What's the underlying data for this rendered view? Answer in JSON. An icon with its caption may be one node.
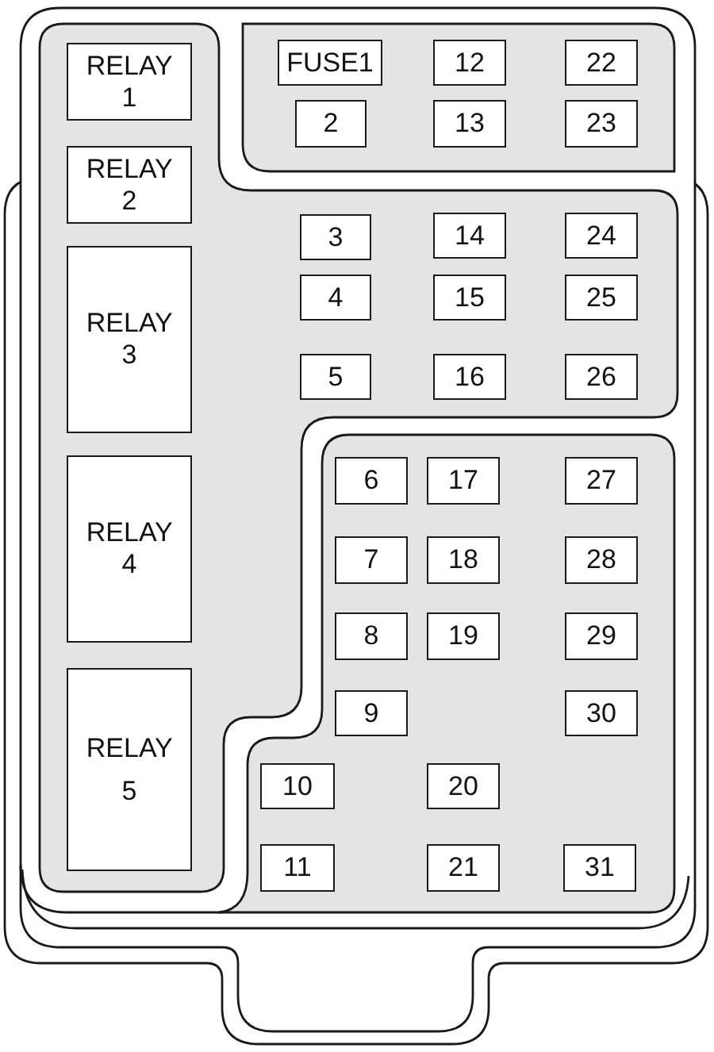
{
  "diagram": {
    "nodes": [
      {
        "text": [
          "RELAY 1"
        ]
      },
      {
        "text": [
          "RELAY 2"
        ]
      },
      {
        "text": [
          "RELAY 3"
        ]
      },
      {
        "text": [
          "RELAY 4"
        ]
      },
      {
        "text": [
          "RELAY 5"
        ]
      },
      {
        "text": [
          "FUSE1"
        ]
      },
      {
        "text": [
          "12"
        ]
      },
      {
        "text": [
          "22"
        ]
      },
      {
        "text": [
          "2"
        ]
      },
      {
        "text": [
          "13"
        ]
      },
      {
        "text": [
          "23"
        ]
      },
      {
        "text": [
          "3"
        ]
      },
      {
        "text": [
          "14"
        ]
      },
      {
        "text": [
          "24"
        ]
      },
      {
        "text": [
          "4"
        ]
      },
      {
        "text": [
          "15"
        ]
      },
      {
        "text": [
          "25"
        ]
      },
      {
        "text": [
          "5"
        ]
      },
      {
        "text": [
          "16"
        ]
      },
      {
        "text": [
          "26"
        ]
      },
      {
        "text": [
          "6"
        ]
      },
      {
        "text": [
          "17"
        ]
      },
      {
        "text": [
          "27"
        ]
      },
      {
        "text": [
          "7"
        ]
      },
      {
        "text": [
          "18"
        ]
      },
      {
        "text": [
          "28"
        ]
      },
      {
        "text": [
          "8"
        ]
      },
      {
        "text": [
          "19"
        ]
      },
      {
        "text": [
          "29"
        ]
      },
      {
        "text": [
          "9"
        ]
      },
      {
        "text": [
          "30"
        ]
      },
      {
        "text": [
          "10"
        ]
      },
      {
        "text": [
          "20"
        ]
      },
      {
        "text": [
          "11"
        ]
      },
      {
        "text": [
          "21"
        ]
      },
      {
        "text": [
          "31"
        ]
      }
    ]
  }
}
